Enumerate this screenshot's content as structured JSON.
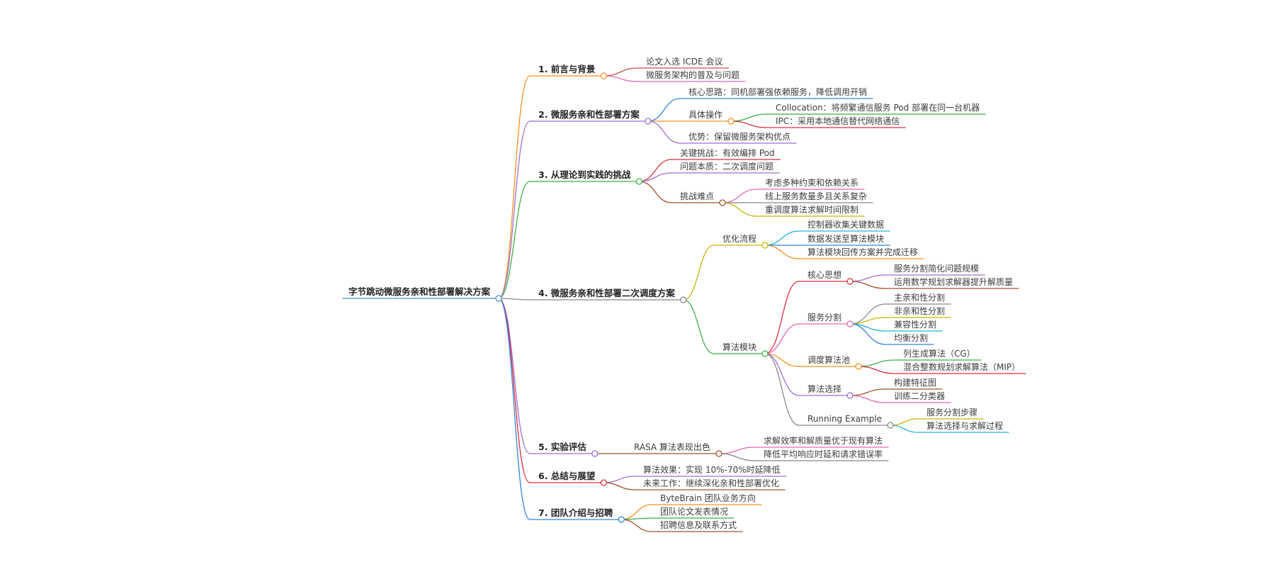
{
  "root": {
    "label": "字节跳动微服务亲和性部署解决方案",
    "color": "#4a90c8",
    "children": [
      {
        "label": "1. 前言与背景",
        "color": "#f5901e",
        "children": [
          {
            "label": "论文入选 ICDE 会议",
            "color": "#c0504d"
          },
          {
            "label": "微服务架构的普及与问题",
            "color": "#e766b8"
          }
        ]
      },
      {
        "label": "2. 微服务亲和性部署方案",
        "color": "#9c6fd0",
        "children": [
          {
            "label": "核心思路：同机部署强依赖服务，降低调用开销",
            "color": "#2e86de"
          },
          {
            "label": "具体操作",
            "color": "#f5901e",
            "children": [
              {
                "label": "Collocation：将频繁通信服务 Pod 部署在同一台机器",
                "color": "#3fae49"
              },
              {
                "label": "IPC：采用本地通信替代网络通信",
                "color": "#e02d3a"
              }
            ]
          },
          {
            "label": "优势：保留微服务架构优点",
            "color": "#9c6fd0"
          }
        ]
      },
      {
        "label": "3. 从理论到实践的挑战",
        "color": "#3fae49",
        "children": [
          {
            "label": "关键挑战：有效编排 Pod",
            "color": "#e02d3a"
          },
          {
            "label": "问题本质：二次调度问题",
            "color": "#9c6fd0"
          },
          {
            "label": "挑战难点",
            "color": "#a0522d",
            "children": [
              {
                "label": "考虑多种约束和依赖关系",
                "color": "#e766b8"
              },
              {
                "label": "线上服务数量多且关系复杂",
                "color": "#888888"
              },
              {
                "label": "重调度算法求解时间限制",
                "color": "#c8b400"
              }
            ]
          }
        ]
      },
      {
        "label": "4. 微服务亲和性部署二次调度方案",
        "color": "#888888",
        "children": [
          {
            "label": "优化流程",
            "color": "#c8b400",
            "children": [
              {
                "label": "控制器收集关键数据",
                "color": "#26b5d9"
              },
              {
                "label": "数据发送至算法模块",
                "color": "#2e86de"
              },
              {
                "label": "算法模块回传方案并完成迁移",
                "color": "#f5901e"
              }
            ]
          },
          {
            "label": "算法模块",
            "color": "#3fae49",
            "children": [
              {
                "label": "核心思想",
                "color": "#e02d3a",
                "children": [
                  {
                    "label": "服务分割简化问题规模",
                    "color": "#9c6fd0"
                  },
                  {
                    "label": "运用数学规划求解器提升解质量",
                    "color": "#a0522d"
                  }
                ]
              },
              {
                "label": "服务分割",
                "color": "#e766b8",
                "children": [
                  {
                    "label": "主亲和性分割",
                    "color": "#888888"
                  },
                  {
                    "label": "非亲和性分割",
                    "color": "#c8b400"
                  },
                  {
                    "label": "兼容性分割",
                    "color": "#26b5d9"
                  },
                  {
                    "label": "均衡分割",
                    "color": "#2e86de"
                  }
                ]
              },
              {
                "label": "调度算法池",
                "color": "#f5901e",
                "children": [
                  {
                    "label": "列生成算法（CG）",
                    "color": "#3fae49"
                  },
                  {
                    "label": "混合整数规划求解算法（MIP）",
                    "color": "#e02d3a"
                  }
                ]
              },
              {
                "label": "算法选择",
                "color": "#9c6fd0",
                "children": [
                  {
                    "label": "构建特征图",
                    "color": "#a0522d"
                  },
                  {
                    "label": "训练二分类器",
                    "color": "#e766b8"
                  }
                ]
              },
              {
                "label": "Running Example",
                "color": "#888888",
                "children": [
                  {
                    "label": "服务分割步骤",
                    "color": "#c8b400"
                  },
                  {
                    "label": "算法选择与求解过程",
                    "color": "#26b5d9"
                  }
                ]
              }
            ]
          }
        ]
      },
      {
        "label": "5. 实验评估",
        "color": "#9c6fd0",
        "children": [
          {
            "label": "RASA 算法表现出色",
            "color": "#a0522d",
            "children": [
              {
                "label": "求解效率和解质量优于现有算法",
                "color": "#e766b8"
              },
              {
                "label": "降低平均响应时延和请求错误率",
                "color": "#888888"
              }
            ]
          }
        ]
      },
      {
        "label": "6. 总结与展望",
        "color": "#e02d3a",
        "children": [
          {
            "label": "算法效果：实现 10%-70%时延降低",
            "color": "#9c6fd0"
          },
          {
            "label": "未来工作：继续深化亲和性部署优化",
            "color": "#a0522d"
          }
        ]
      },
      {
        "label": "7. 团队介绍与招聘",
        "color": "#2e86de",
        "children": [
          {
            "label": "ByteBrain 团队业务方向",
            "color": "#f5901e"
          },
          {
            "label": "团队论文发表情况",
            "color": "#3fae49"
          },
          {
            "label": "招聘信息及联系方式",
            "color": "#a0522d"
          }
        ]
      }
    ]
  }
}
